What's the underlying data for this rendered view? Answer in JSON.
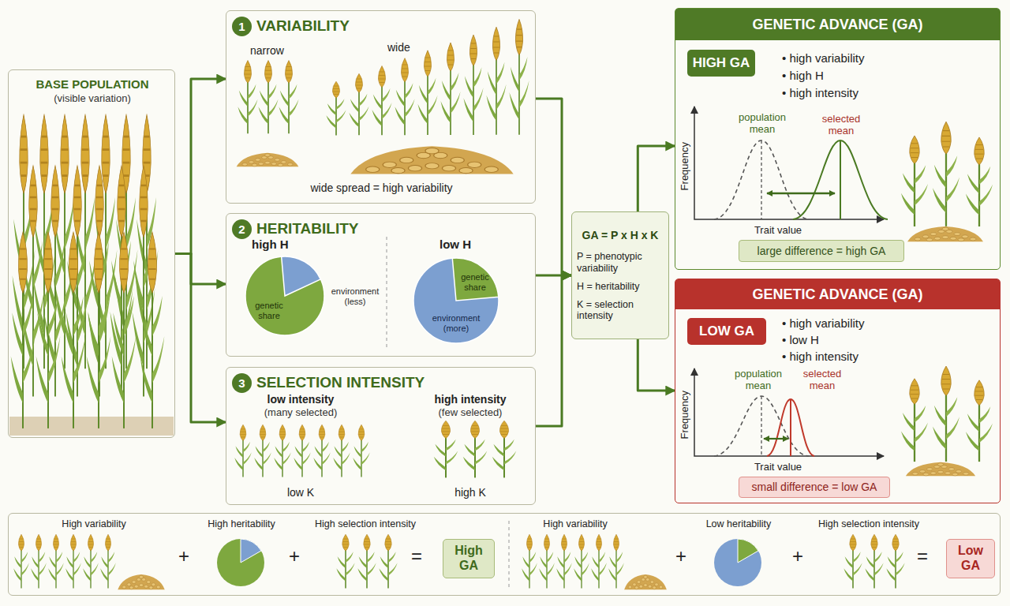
{
  "diagram": {
    "nodes": [
      {
        "text": [
          "BASE POPULATION",
          "(visible variation)"
        ]
      },
      {
        "text": [
          "VARIABILITY",
          "narrow",
          "wide",
          "wide spread = high variability"
        ]
      },
      {
        "text": [
          "1"
        ],
        "in": 1
      },
      {
        "text": [
          "HERITABILITY",
          "high H",
          "low H"
        ]
      },
      {
        "text": [
          "2"
        ],
        "in": 3
      },
      {
        "text": [
          "genetic share",
          "environment (less)"
        ],
        "in": 3
      },
      {
        "text": [
          "genetic share",
          "environment (more)"
        ],
        "in": 3
      },
      {
        "text": [
          "SELECTION INTENSITY",
          "low intensity",
          "(many selected)",
          "high intensity",
          "(few selected)",
          "low K",
          "high K"
        ]
      },
      {
        "text": [
          "3"
        ],
        "in": 7
      },
      {
        "text": [
          "GA = P x H x K",
          "P = phenotypic variability",
          "H = heritability",
          "K = selection intensity"
        ]
      },
      {
        "text": [
          "GENETIC ADVANCE (GA)",
          "• high variability",
          "• high H",
          "• high intensity",
          "Frequency",
          "population mean",
          "selected mean",
          "Trait value"
        ]
      },
      {
        "text": [
          "HIGH GA"
        ],
        "in": 10
      },
      {
        "text": [
          "large difference = high GA"
        ],
        "in": 10
      },
      {
        "text": [
          "GENETIC ADVANCE (GA)",
          "• high variability",
          "• low H",
          "• high intensity",
          "Frequency",
          "population mean",
          "selected mean",
          "Trait value"
        ]
      },
      {
        "text": [
          "LOW GA"
        ],
        "in": 13
      },
      {
        "text": [
          "small difference = low GA"
        ],
        "in": 13
      },
      {
        "text": [
          "High variability",
          "+",
          "High heritability",
          "+",
          "High selection intensity",
          "=",
          "High variability",
          "+",
          "Low heritability",
          "+",
          "High selection intensity",
          "="
        ]
      },
      {
        "text": [
          "High GA"
        ],
        "in": 16
      },
      {
        "text": [
          "Low GA"
        ],
        "in": 16
      }
    ],
    "edges": [
      {
        "from": 0,
        "to": 1,
        "arrow": "to"
      },
      {
        "from": 0,
        "to": 3,
        "arrow": "to"
      },
      {
        "from": 0,
        "to": 7,
        "arrow": "to"
      },
      {
        "from": 1,
        "to": 9,
        "arrow": "to"
      },
      {
        "from": 3,
        "to": 9,
        "arrow": "to"
      },
      {
        "from": 7,
        "to": 9,
        "arrow": "to"
      },
      {
        "from": 9,
        "to": 10,
        "arrow": "to"
      },
      {
        "from": 9,
        "to": 13,
        "arrow": "to"
      }
    ]
  }
}
